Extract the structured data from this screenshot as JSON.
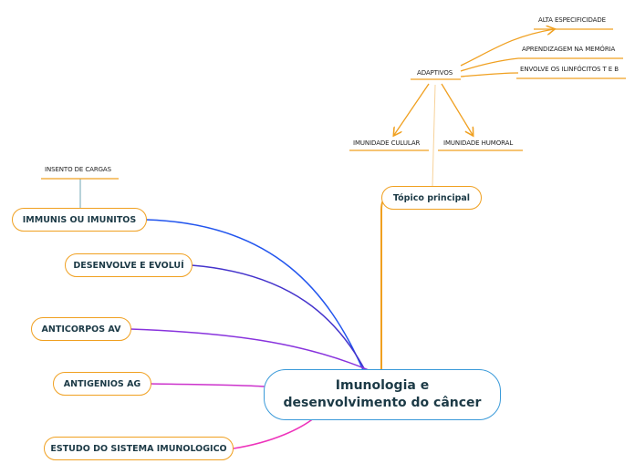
{
  "central": {
    "line1": "Imunologia e",
    "line2": "desenvolvimento do câncer"
  },
  "topics": {
    "immunis": "IMMUNIS OU IMUNITOS",
    "desenvolve": "DESENVOLVE E EVOLUÍ",
    "anticorpos": "ANTICORPOS AV",
    "antigenios": "ANTIGENIOS AG",
    "estudo": "ESTUDO DO SISTEMA IMUNOLOGICO",
    "topico": "Tópico principal"
  },
  "subtopics": {
    "insento": "INSENTO DE CARGAS",
    "adaptivos": "ADAPTIVOS",
    "alta": "ALTA ESPECIFICIDADE",
    "aprendizagem": "APRENDIZAGEM NA MEMÓRIA",
    "envolve": "ENVOLVE OS ILINFÓCITOS T E B",
    "celular": "IMUNIDADE CULULAR",
    "humoral": "IMUNIDADE HUMORAL"
  },
  "colors": {
    "topic_border": "#f0a020",
    "central_border": "#3a9ad9",
    "link_blue": "#2255ee",
    "link_indigo": "#4433cc",
    "link_purple": "#8833dd",
    "link_magenta": "#cc33cc",
    "link_pink": "#ee33bb",
    "link_orange": "#f0a020",
    "link_teal": "#6fa6b6"
  }
}
